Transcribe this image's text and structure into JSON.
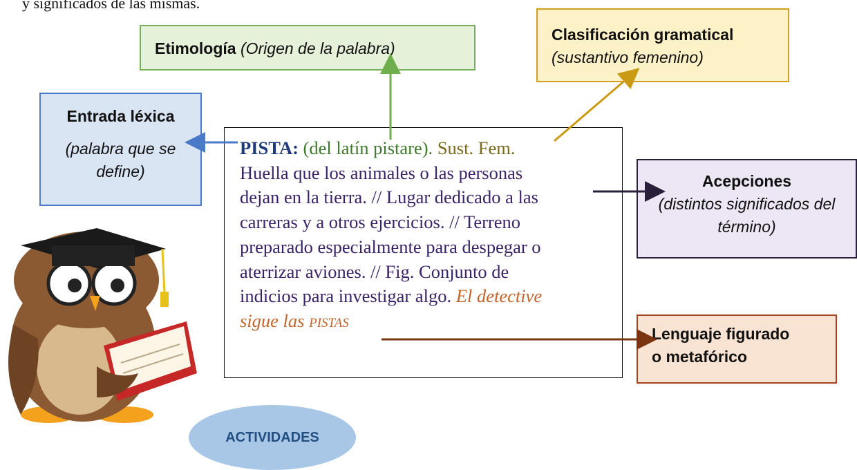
{
  "intro_line": "y significados de las mismas.",
  "etimologia": {
    "title": "Etimología",
    "desc": "(Origen de la palabra)"
  },
  "clasificacion": {
    "title": "Clasificación gramatical",
    "desc": "(sustantivo femenino)"
  },
  "entrada": {
    "title": "Entrada léxica",
    "desc": "(palabra que se define)"
  },
  "acepciones": {
    "title": "Acepciones",
    "desc": "(distintos significados del término)"
  },
  "lenguaje": {
    "line1": "Lenguaje figurado",
    "line2": "o metafórico"
  },
  "definicion": {
    "headword": "PISTA:",
    "origen": "(del latín pistare).",
    "gramatica": "Sust. Fem.",
    "line1_rest": "Huella que los animales o las personas",
    "line2": "dejan en la tierra. // Lugar dedicado a las",
    "line3": "carreras y a otros ejercicios. // Terreno",
    "line4": "preparado especialmente para despegar o",
    "line5": "aterrizar aviones. // Fig. Conjunto de",
    "line6a": "indicios para investigar algo.",
    "ejemplo_a": "El detective",
    "ejemplo_b": "sigue las",
    "ejemplo_c": "PISTAS"
  },
  "actividades": "ACTIVIDADES",
  "colors": {
    "etimologia_border": "#77b05a",
    "clasificacion_border": "#d3a122",
    "entrada_border": "#4a79c8",
    "acepciones_border": "#2a1f3a",
    "lenguaje_border": "#a64420",
    "actividades_fill": "#a8c6e6"
  },
  "illustration": "owl-graduate-reading-book"
}
